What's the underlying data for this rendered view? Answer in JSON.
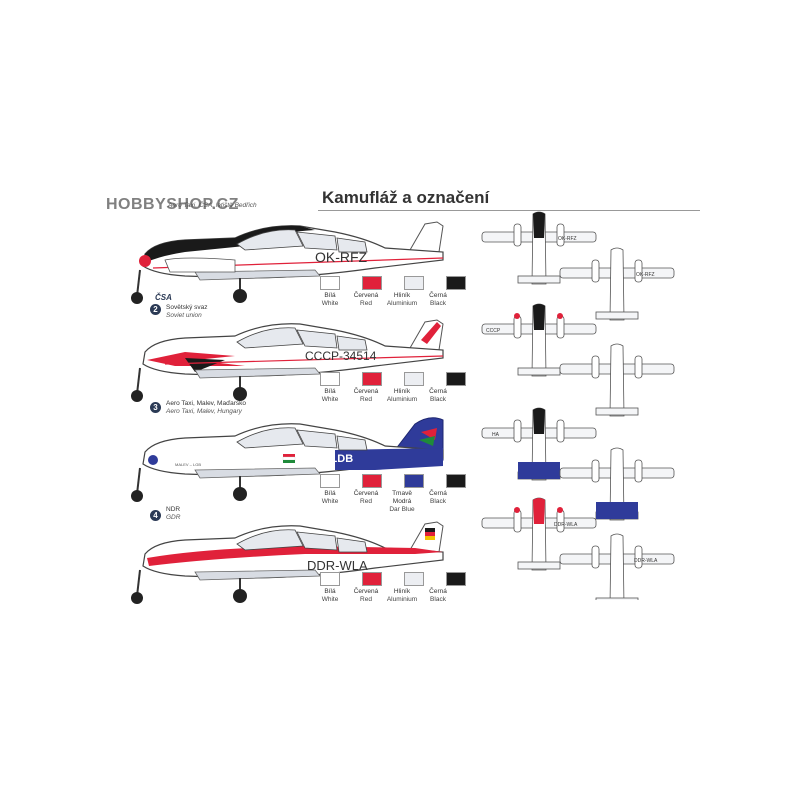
{
  "header": {
    "watermark": "HOBBYSHOP.CZ",
    "title": "Kamufláž a označení"
  },
  "schemes": [
    {
      "number": "",
      "caption_cz": "",
      "caption_cz2": "",
      "caption_en": "Aero Taxi, ČSA, letiště Bedřich",
      "registration": "OK-RFZ",
      "fin_text": "ČSA",
      "swatches": [
        {
          "cz": "Bílá",
          "en": "White",
          "color": "#ffffff"
        },
        {
          "cz": "Červená",
          "en": "Red",
          "color": "#e0213a"
        },
        {
          "cz": "Hliník",
          "en": "Aluminium",
          "color": "#eceef2"
        },
        {
          "cz": "Černá",
          "en": "Black",
          "color": "#1a1a1a"
        }
      ]
    },
    {
      "number": "2",
      "caption_cz": "Sovětský svaz",
      "caption_en": "Soviet union",
      "registration": "CCCP-34514",
      "swatches": [
        {
          "cz": "Bílá",
          "en": "White",
          "color": "#ffffff"
        },
        {
          "cz": "Červená",
          "en": "Red",
          "color": "#e0213a"
        },
        {
          "cz": "Hliník",
          "en": "Aluminium",
          "color": "#eceef2"
        },
        {
          "cz": "Černá",
          "en": "Black",
          "color": "#1a1a1a"
        }
      ]
    },
    {
      "number": "3",
      "caption_cz": "Aero Taxi, Malev, Maďarsko",
      "caption_en": "Aero Taxi, Malev, Hungary",
      "registration": "HA-LDB",
      "side_text": "MALEV – LGB",
      "swatches": [
        {
          "cz": "Bílá",
          "en": "White",
          "color": "#ffffff"
        },
        {
          "cz": "Červená",
          "en": "Red",
          "color": "#e0213a"
        },
        {
          "cz": "Tmavě Modrá",
          "en": "Dar Blue",
          "color": "#2f3b9a"
        },
        {
          "cz": "Černá",
          "en": "Black",
          "color": "#1a1a1a"
        }
      ]
    },
    {
      "number": "4",
      "caption_cz": "NDR",
      "caption_en": "GDR",
      "registration": "DDR-WLA",
      "swatches": [
        {
          "cz": "Bílá",
          "en": "White",
          "color": "#ffffff"
        },
        {
          "cz": "Červená",
          "en": "Red",
          "color": "#e0213a"
        },
        {
          "cz": "Hliník",
          "en": "Aluminium",
          "color": "#eceef2"
        },
        {
          "cz": "Černá",
          "en": "Black",
          "color": "#1a1a1a"
        }
      ]
    }
  ],
  "plan_views": {
    "top": [
      "OK-RFZ",
      "CCCP",
      "HA",
      "DDR-WLA"
    ],
    "bottom": [
      "OK-RFZ",
      "",
      "",
      "DDR-WLA"
    ]
  }
}
